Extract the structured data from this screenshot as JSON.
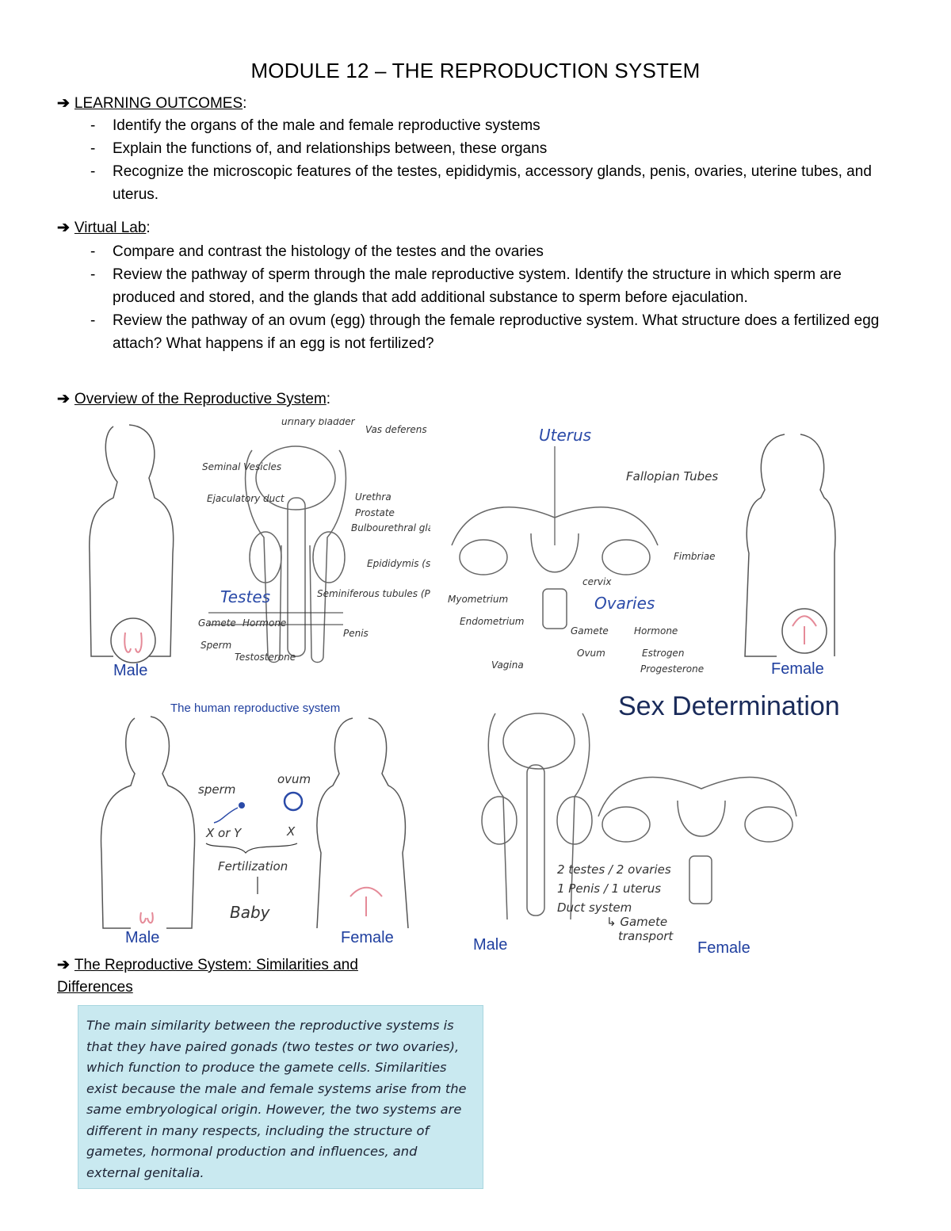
{
  "title": "MODULE 12 – THE REPRODUCTION SYSTEM",
  "learning_outcomes": {
    "arrow": "➔",
    "heading": "LEARNING OUTCOMES",
    "suffix": ":",
    "items": [
      "Identify the organs of the male and female reproductive systems",
      "Explain the functions of, and relationships between, these organs",
      "Recognize the microscopic features of the testes, epididymis, accessory glands, penis, ovaries, uterine tubes, and uterus."
    ]
  },
  "virtual_lab": {
    "arrow": "➔",
    "heading": "Virtual Lab",
    "suffix": ":",
    "items": [
      "Compare and contrast the histology of the testes and the ovaries",
      "Review the pathway of sperm through the male reproductive system. Identify the structure in which sperm are produced and stored, and the glands that add additional substance to sperm before ejaculation.",
      "Review the pathway of an ovum (egg) through the female reproductive system. What structure does a fertilized egg attach? What happens if an egg is not fertilized?"
    ]
  },
  "overview": {
    "arrow": "➔",
    "heading": "Overview of the Reproductive System",
    "suffix": ":"
  },
  "figure1": {
    "labels": {
      "urinary_bladder": "urinary bladder",
      "vas_deferens": "Vas deferens",
      "seminal_vesicles": "Seminal Vesicles",
      "ejaculatory_duct": "Ejaculatory duct",
      "urethra": "Urethra",
      "prostate": "Prostate",
      "bulbourethral_gland": "Bulbourethral gland",
      "epididymis": "Epididymis (store)",
      "seminiferous_tubules": "Seminiferous tubules (Produce)",
      "testes": "Testes",
      "gamete": "Gamete",
      "sperm": "Sperm",
      "hormone": "Hormone",
      "testosterone": "Testosterone",
      "penis": "Penis",
      "male": "Male"
    }
  },
  "figure2": {
    "labels": {
      "uterus": "Uterus",
      "fallopian_tubes": "Fallopian Tubes",
      "fimbriae": "Fimbriae",
      "myometrium": "Myometrium",
      "endometrium": "Endometrium",
      "cervix": "cervix",
      "ovaries": "Ovaries",
      "gamete": "Gamete",
      "ovum": "Ovum",
      "hormone": "Hormone",
      "estrogen": "Estrogen",
      "progesterone": "Progesterone",
      "vagina": "Vagina",
      "female": "Female"
    }
  },
  "figure3": {
    "title": "The human reproductive system",
    "labels": {
      "sperm": "sperm",
      "ovum": "ovum",
      "x_or_y": "X or Y",
      "x": "X",
      "fertilization": "Fertilization",
      "baby": "Baby",
      "male": "Male",
      "female": "Female"
    }
  },
  "figure4": {
    "title": "Sex Determination",
    "labels": {
      "line1": "2 testes / 2 ovaries",
      "line2": "1 Penis / 1 uterus",
      "line3": "Duct system",
      "line4": "↳ Gamete",
      "line5": "transport",
      "male": "Male",
      "female": "Female"
    }
  },
  "similarities": {
    "arrow": "➔",
    "heading_line1": "The Reproductive System: Similarities and",
    "heading_line2": "Differences",
    "body": "The main similarity between the reproductive systems is that they have paired gonads (two testes or two ovaries), which function to produce the gamete cells. Similarities exist because the male and female systems arise from the same embryological origin. However, the two systems are different in many respects, including the structure of gametes, hormonal production and influences, and external genitalia."
  },
  "colors": {
    "blue_label": "#1f3f9f",
    "callout_bg": "#c9e9f0",
    "pink": "#e58a98"
  }
}
